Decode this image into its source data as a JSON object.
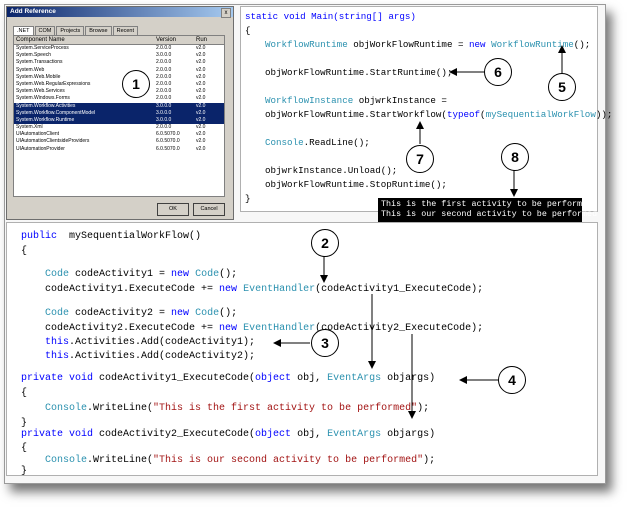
{
  "dialog": {
    "title": "Add Reference",
    "close_glyph": "x",
    "tabs": [
      ".NET",
      "COM",
      "Projects",
      "Browse",
      "Recent"
    ],
    "columns": [
      "Component Name",
      "Version",
      "Run"
    ],
    "rows": [
      {
        "name": "System.ServiceProcess",
        "version": "2.0.0.0",
        "run": "v2.0"
      },
      {
        "name": "System.Speech",
        "version": "3.0.0.0",
        "run": "v2.0"
      },
      {
        "name": "System.Transactions",
        "version": "2.0.0.0",
        "run": "v2.0"
      },
      {
        "name": "System.Web",
        "version": "2.0.0.0",
        "run": "v2.0"
      },
      {
        "name": "System.Web.Mobile",
        "version": "2.0.0.0",
        "run": "v2.0"
      },
      {
        "name": "System.Web.RegularExpressions",
        "version": "2.0.0.0",
        "run": "v2.0"
      },
      {
        "name": "System.Web.Services",
        "version": "2.0.0.0",
        "run": "v2.0"
      },
      {
        "name": "System.Windows.Forms",
        "version": "2.0.0.0",
        "run": "v2.0"
      },
      {
        "name": "System.Workflow.Activities",
        "version": "3.0.0.0",
        "run": "v2.0",
        "selected": true
      },
      {
        "name": "System.Workflow.ComponentModel",
        "version": "3.0.0.0",
        "run": "v2.0",
        "selected": true
      },
      {
        "name": "System.Workflow.Runtime",
        "version": "3.0.0.0",
        "run": "v2.0",
        "selected": true
      },
      {
        "name": "System.Xml",
        "version": "2.0.0.0",
        "run": "v2.0"
      },
      {
        "name": "UIAutomationClient",
        "version": "6.0.5070.0",
        "run": "v2.0"
      },
      {
        "name": "UIAutomationClientsideProviders",
        "version": "6.0.5070.0",
        "run": "v2.0"
      },
      {
        "name": "UIAutomationProvider",
        "version": "6.0.5070.0",
        "run": "v2.0"
      }
    ],
    "ok_label": "OK",
    "cancel_label": "Cancel"
  },
  "callouts": [
    "1",
    "2",
    "3",
    "4",
    "5",
    "6",
    "7",
    "8"
  ],
  "main_code": {
    "line1": "static void Main(string[] args)",
    "line2": "{",
    "line3a": "WorkflowRuntime",
    "line3b": " objWorkFlowRuntime = ",
    "line3c": "new",
    "line3d": "WorkflowRuntime",
    "line3e": "();",
    "line4": "objWorkFlowRuntime.StartRuntime();",
    "line5a": "WorkflowInstance",
    "line5b": " objwrkInstance =",
    "line6a": "objWorkFlowRuntime.StartWorkflow(",
    "line6b": "typeof",
    "line6c": "(",
    "line6d": "mySequentialWorkFlow",
    "line6e": "));",
    "line7a": "Console",
    "line7b": ".ReadLine();",
    "line8": "objwrkInstance.Unload();",
    "line9": "objWorkFlowRuntime.StopRuntime();",
    "line10": "}"
  },
  "console_output": [
    "This is the first activity to be performed",
    "This is our second activity to be performed",
    "-"
  ],
  "class_code": {
    "l1a": "public",
    "l1b": "  mySequentialWorkFlow()",
    "l2": "{",
    "l3a": "Code",
    "l3b": " codeActivity1 = ",
    "l3c": "new",
    "l3d": "Code",
    "l3e": "();",
    "l4a": "codeActivity1.ExecuteCode += ",
    "l4b": "new",
    "l4c": "EventHandler",
    "l4d": "(codeActivity1_ExecuteCode);",
    "l5a": "Code",
    "l5b": " codeActivity2 = ",
    "l5c": "new",
    "l5d": "Code",
    "l5e": "();",
    "l6a": "codeActivity2.ExecuteCode += ",
    "l6b": "new",
    "l6c": "EventHandler",
    "l6d": "(codeActivity2_ExecuteCode);",
    "l7a": "this",
    "l7b": ".Activities.Add(codeActivity1);",
    "l8a": "this",
    "l8b": ".Activities.Add(codeActivity2);",
    "l9a": "private void",
    "l9b": " codeActivity1_ExecuteCode(",
    "l9c": "object",
    "l9d": " obj, ",
    "l9e": "EventArgs",
    "l9f": " objargs)",
    "l10": "{",
    "l11a": "Console",
    "l11b": ".WriteLine(",
    "l11c": "\"This is the first activity to be performed\"",
    "l11d": ");",
    "l12": "}",
    "l13a": "private void",
    "l13b": " codeActivity2_ExecuteCode(",
    "l13c": "object",
    "l13d": " obj, ",
    "l13e": "EventArgs",
    "l13f": " objargs)",
    "l14": "{",
    "l15a": "Console",
    "l15b": ".WriteLine(",
    "l15c": "\"This is our second activity to be performed\"",
    "l15d": ");",
    "l16": "}"
  },
  "colors": {
    "keyword": "#0000ff",
    "type": "#2b91af",
    "string": "#a31515",
    "selection": "#0a246a"
  }
}
